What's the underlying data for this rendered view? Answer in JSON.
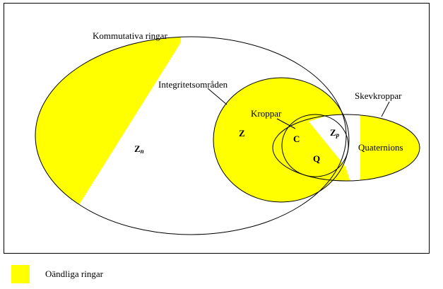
{
  "labels": {
    "commutative_rings": "Kommutativa ringar",
    "integral_domains": "Integritetsområden",
    "fields": "Kroppar",
    "skew_fields": "Skevkroppar",
    "quaternions": "Quaternions"
  },
  "symbols": {
    "zn_main": "Z",
    "zn_sub": "n",
    "z": "Z",
    "c": "C",
    "q": "Q",
    "zp_main": "Z",
    "zp_sub": "p"
  },
  "legend": {
    "infinite_rings": "Oändliga ringar"
  },
  "colors": {
    "infinite_fill": "#ffff00",
    "outline": "#000000",
    "background": "#ffffff"
  }
}
